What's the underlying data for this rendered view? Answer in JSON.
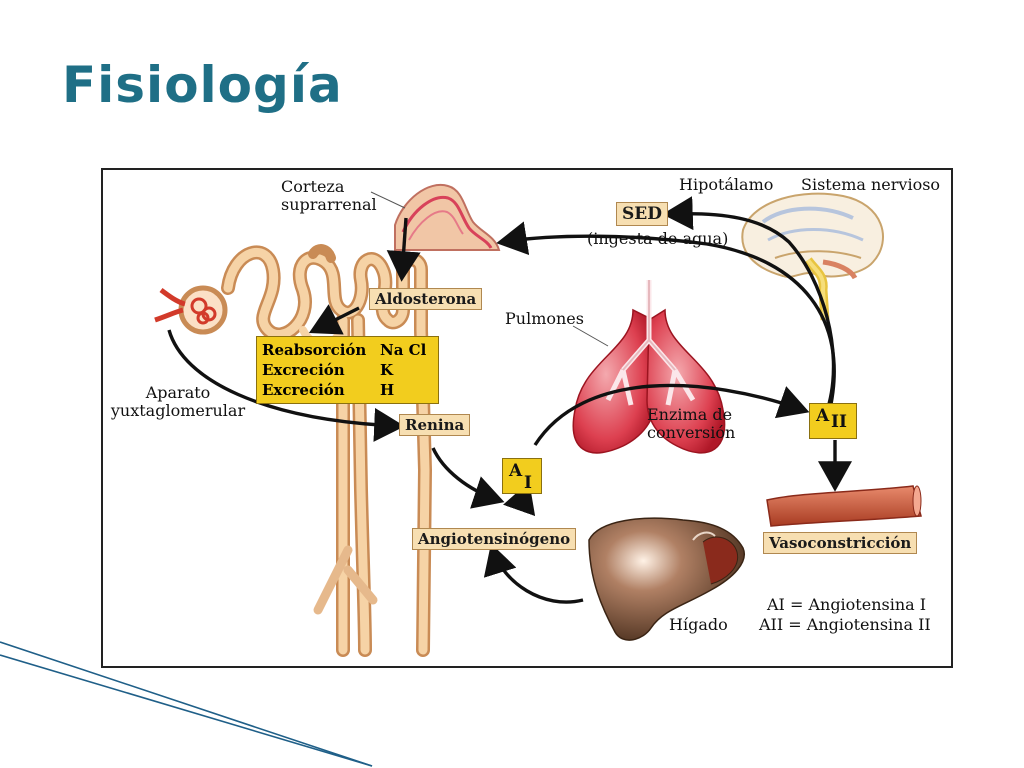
{
  "slide": {
    "title": "Fisiología"
  },
  "diagram": {
    "labels": {
      "corteza": "Corteza\nsuprarrenal",
      "hipotalamo": "Hipotálamo",
      "sistema_nervioso": "Sistema nervioso",
      "ingesta": "(ingesta de agua)",
      "pulmones": "Pulmones",
      "aparato": "Aparato\nyuxtaglomerular",
      "enzima": "Enzima de\nconversión",
      "higado": "Hígado",
      "legend_ai": "AI = Angiotensina I",
      "legend_aii": "AII = Angiotensina II"
    },
    "boxes": {
      "sed": "SED",
      "aldosterona": "Aldosterona",
      "renina": "Renina",
      "angiotensinogeno": "Angiotensinógeno",
      "vasoconstriccion": "Vasoconstricción"
    },
    "yellow_box": {
      "rows": [
        {
          "label": "Reabsorción",
          "value": "Na  Cl"
        },
        {
          "label": "Excreción",
          "value": "K"
        },
        {
          "label": "Excreción",
          "value": "H"
        }
      ]
    },
    "angiotensin_boxes": {
      "a1": {
        "letter": "A",
        "sub": "I"
      },
      "a2": {
        "letter": "A",
        "sub": "II"
      }
    },
    "colors": {
      "title": "#1f6f86",
      "box_fill": "#f7dfb2",
      "yellow_fill": "#f2cd1e",
      "arrow": "#111111",
      "kidney": "#f4c89a",
      "lung": "#d8283c",
      "liver": "#6e4a34",
      "vessel": "#c8553a"
    }
  }
}
